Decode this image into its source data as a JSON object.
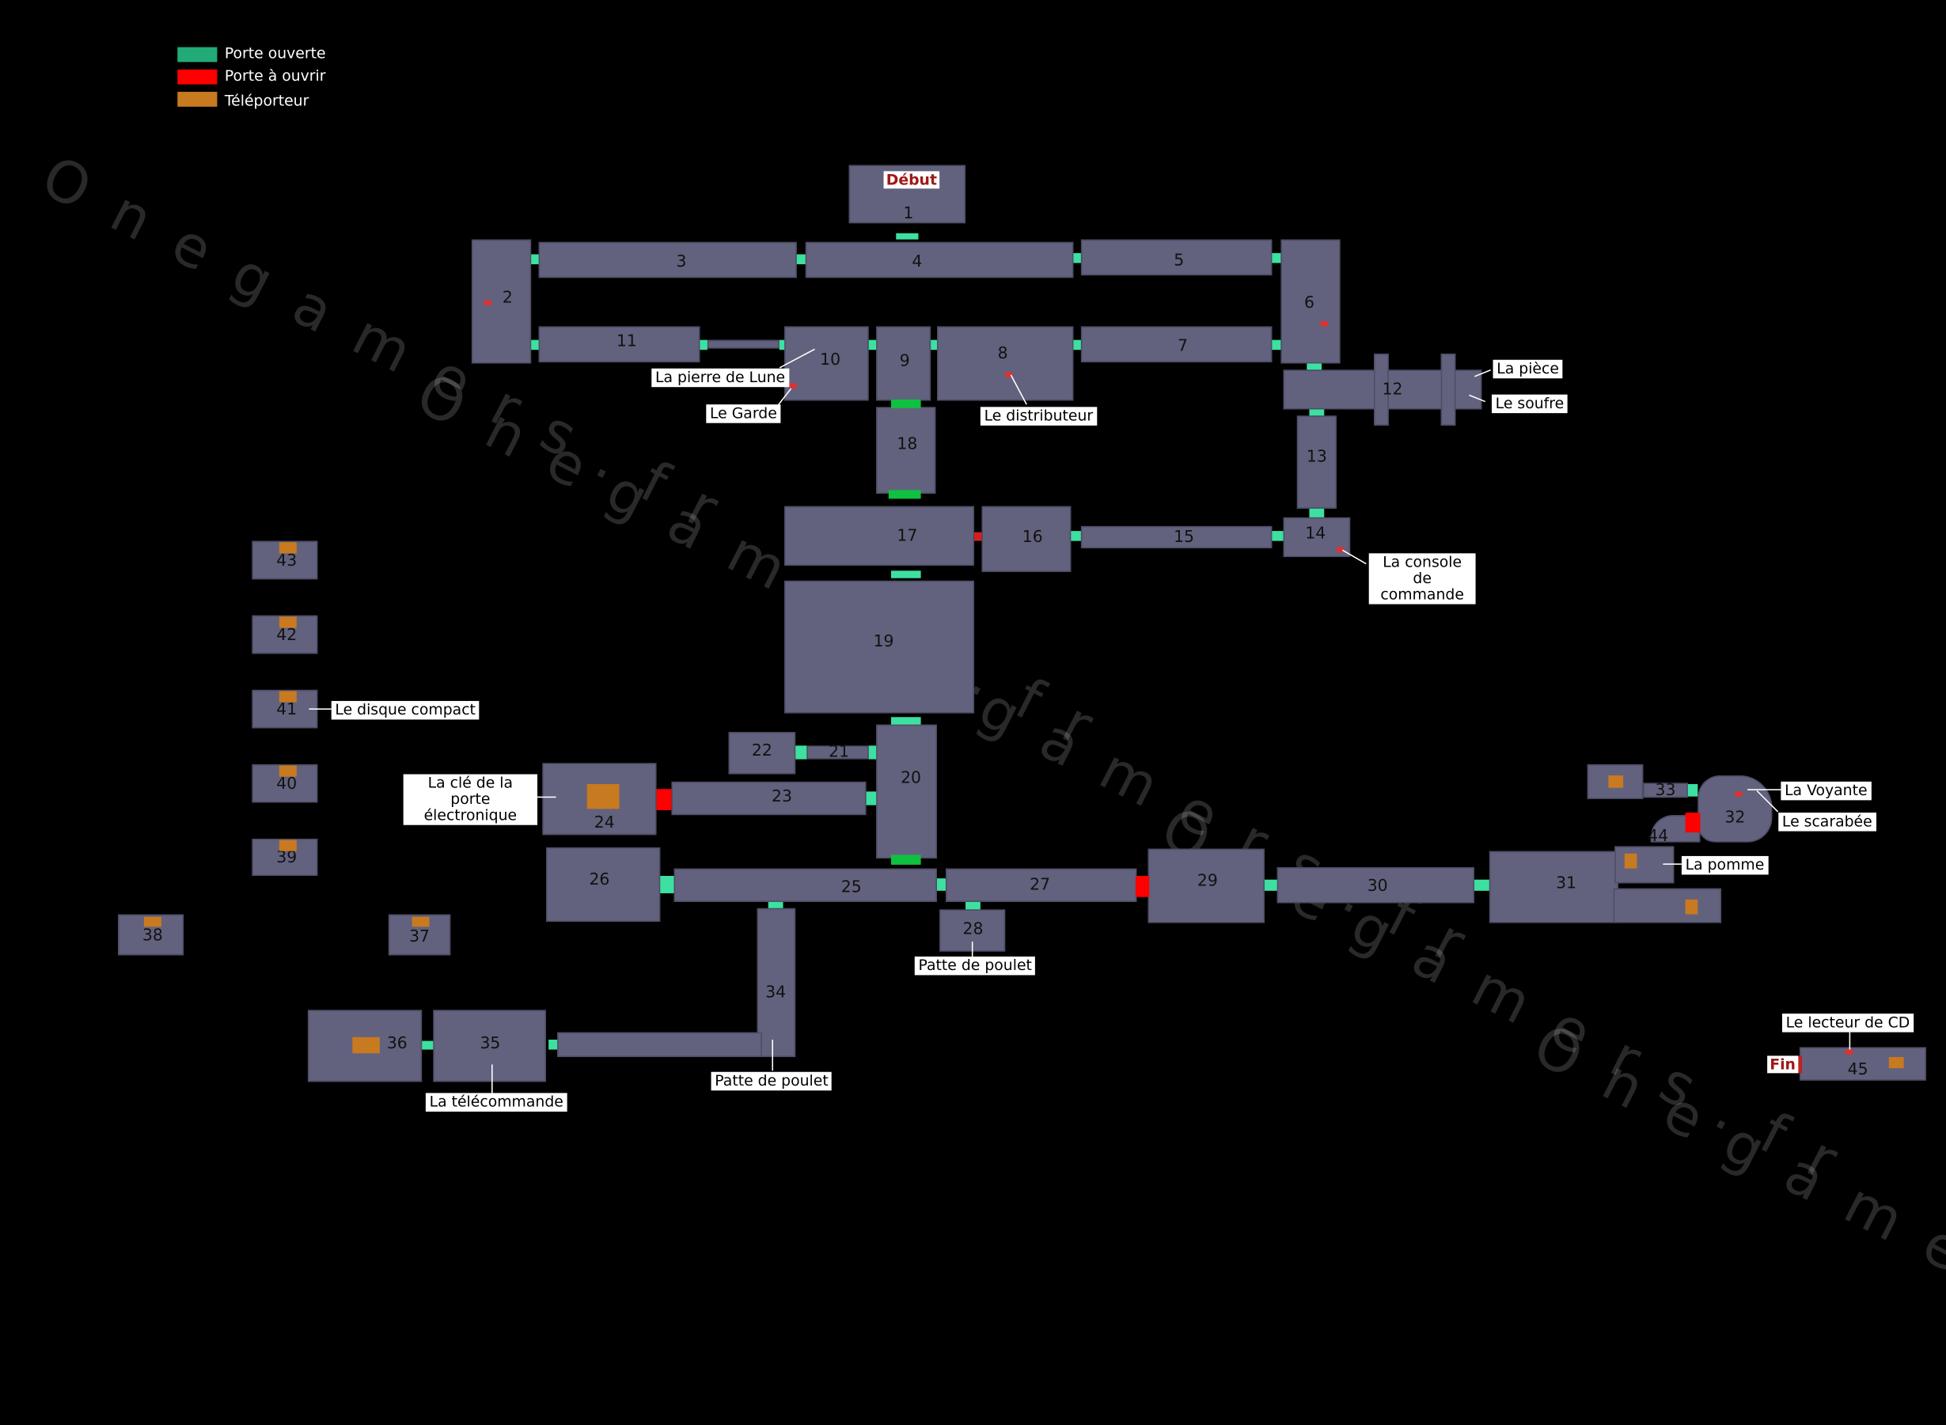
{
  "legend": {
    "open_door": {
      "label": "Porte ouverte",
      "color": "#22aa77"
    },
    "locked_door": {
      "label": "Porte à ouvrir",
      "color": "#ff0000"
    },
    "teleporter": {
      "label": "Téléporteur",
      "color": "#c87a20"
    }
  },
  "watermark": "Onegamers.fr",
  "start_label": "Début",
  "end_label": "Fin",
  "rooms": [
    "1",
    "2",
    "3",
    "4",
    "5",
    "6",
    "7",
    "8",
    "9",
    "10",
    "11",
    "12",
    "13",
    "14",
    "15",
    "16",
    "17",
    "18",
    "19",
    "20",
    "21",
    "22",
    "23",
    "24",
    "25",
    "26",
    "27",
    "28",
    "29",
    "30",
    "31",
    "32",
    "33",
    "34",
    "35",
    "36",
    "37",
    "38",
    "39",
    "40",
    "41",
    "42",
    "43",
    "44",
    "45"
  ],
  "items": {
    "pierre_lune": "La pierre de Lune",
    "garde": "Le Garde",
    "distributeur": "Le distributeur",
    "piece": "La pièce",
    "soufre": "Le soufre",
    "console": "La console de commande",
    "disque": "Le disque compact",
    "cle": "La clé de la porte électronique",
    "voyante": "La Voyante",
    "scarabee": "Le scarabée",
    "pomme": "La pomme",
    "patte1": "Patte de poulet",
    "patte2": "Patte de poulet",
    "telecommande": "La télécommande",
    "lecteur_cd": "Le lecteur de CD"
  },
  "colors": {
    "room": "#62627e",
    "background": "#000000",
    "open_door": "#3de0a0",
    "locked_door": "#ff0000",
    "teleporter": "#c87a20"
  }
}
